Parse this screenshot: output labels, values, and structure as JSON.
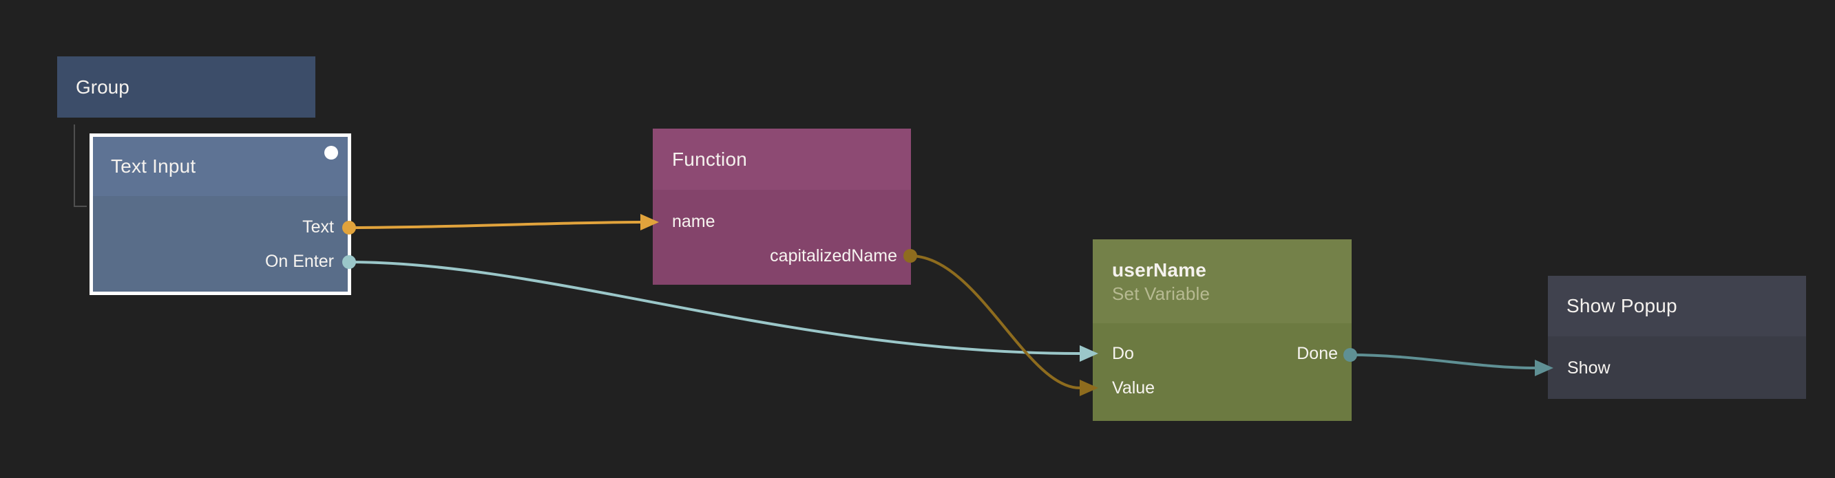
{
  "canvas": {
    "background": "#212121",
    "hierarchy_line_color": "#4f4f4f"
  },
  "colors": {
    "wire_orange_bright": "#e1a33c",
    "wire_orange_dim": "#8e6c1e",
    "wire_teal_bright": "#9bc7c9",
    "wire_teal_dim": "#5f9094",
    "selection_border": "#ffffff",
    "selection_dot": "#ffffff",
    "title_text": "#f5f2ee",
    "port_label_text": "#f7f4f0"
  },
  "nodes": {
    "group": {
      "title": "Group",
      "fill": "#3c4d69"
    },
    "text_input": {
      "title": "Text Input",
      "selected": true,
      "selection_dot_color": "#ffffff",
      "header_fill": "#5e7394",
      "body_fill": "#596d89",
      "ports": [
        {
          "label": "Text",
          "direction": "output",
          "color": "#e1a33c"
        },
        {
          "label": "On Enter",
          "direction": "output",
          "color": "#9bc7c9"
        }
      ]
    },
    "function": {
      "title": "Function",
      "header_fill": "#8d4a73",
      "body_fill": "#84446b",
      "ports": [
        {
          "label": "name",
          "direction": "input",
          "color": "#e1a33c"
        },
        {
          "label": "capitalizedName",
          "direction": "output",
          "color": "#8e6c1e"
        }
      ]
    },
    "set_variable": {
      "title": "userName",
      "subtitle": "Set Variable",
      "subtitle_color": "#b7ba92",
      "header_fill": "#748149",
      "body_fill": "#6c7a41",
      "ports": [
        {
          "label": "Do",
          "direction": "input",
          "color": "#9bc7c9"
        },
        {
          "label": "Value",
          "direction": "input",
          "color": "#8e6c1e"
        },
        {
          "label": "Done",
          "direction": "output",
          "color": "#5f9094"
        }
      ]
    },
    "show_popup": {
      "title": "Show Popup",
      "header_fill": "#40424e",
      "body_fill": "#3a3c46",
      "ports": [
        {
          "label": "Show",
          "direction": "input",
          "color": "#5f9094"
        }
      ]
    }
  },
  "connections": [
    {
      "from_node": "Text Input",
      "from_port": "Text",
      "to_node": "Function",
      "to_port": "name",
      "color": "#e1a33c"
    },
    {
      "from_node": "Text Input",
      "from_port": "On Enter",
      "to_node": "userName",
      "to_port": "Do",
      "color": "#9bc7c9"
    },
    {
      "from_node": "Function",
      "from_port": "capitalizedName",
      "to_node": "userName",
      "to_port": "Value",
      "color": "#8e6c1e"
    },
    {
      "from_node": "userName",
      "from_port": "Done",
      "to_node": "Show Popup",
      "to_port": "Show",
      "color": "#5f9094"
    }
  ],
  "hierarchy": [
    {
      "parent": "Group",
      "child": "Text Input"
    }
  ]
}
